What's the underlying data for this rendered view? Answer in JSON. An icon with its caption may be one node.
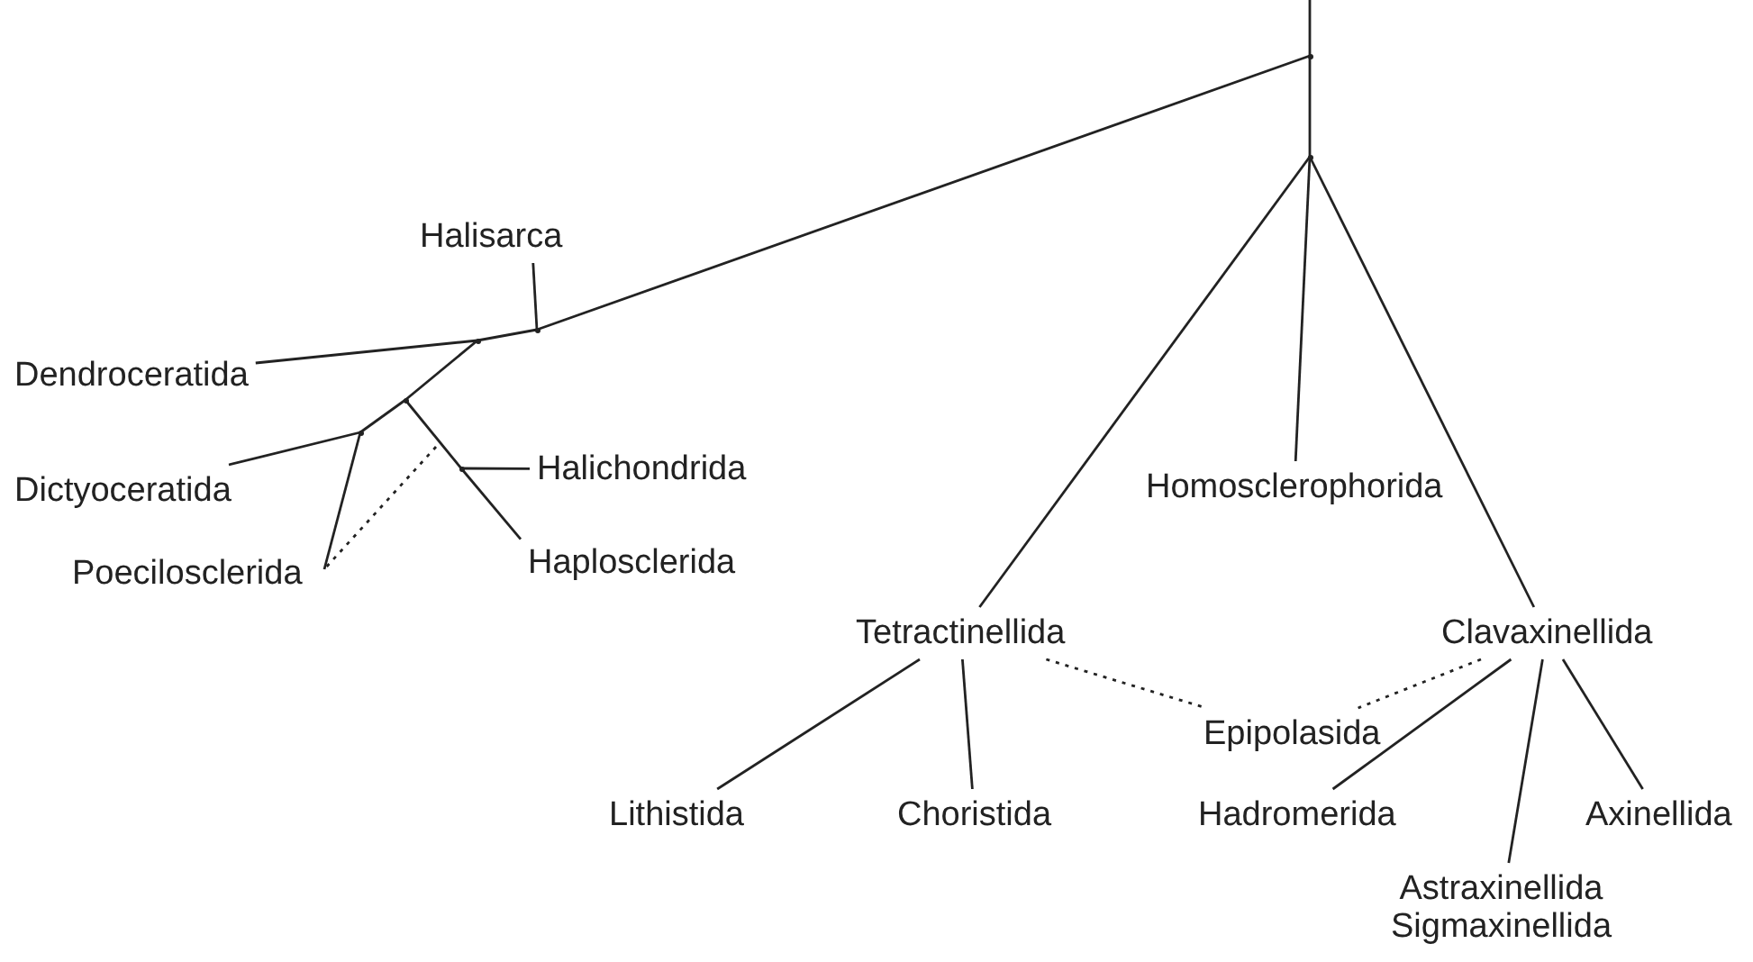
{
  "diagram": {
    "nodes": [
      {
        "text": [],
        "shape": "point"
      },
      {
        "text": [],
        "shape": "point"
      },
      {
        "text": [
          "Halisarca"
        ]
      },
      {
        "text": [],
        "shape": "point"
      },
      {
        "text": [
          "Dendroceratida"
        ]
      },
      {
        "text": [],
        "shape": "point"
      },
      {
        "text": [],
        "shape": "point"
      },
      {
        "text": [
          "Dictyoceratida"
        ]
      },
      {
        "text": [
          "Poecilosclerida"
        ]
      },
      {
        "text": [],
        "shape": "point"
      },
      {
        "text": [
          "Halichondrida"
        ]
      },
      {
        "text": [
          "Haplosclerida"
        ]
      },
      {
        "text": [],
        "shape": "point"
      },
      {
        "text": [
          "Tetractinellida"
        ]
      },
      {
        "text": [
          "Homosclerophorida"
        ]
      },
      {
        "text": [
          "Clavaxinellida"
        ]
      },
      {
        "text": [
          "Lithistida"
        ]
      },
      {
        "text": [
          "Choristida"
        ]
      },
      {
        "text": [
          "Epipolasida"
        ]
      },
      {
        "text": [
          "Hadromerida"
        ]
      },
      {
        "text": [
          "Astraxinellida",
          "Sigmaxinellida"
        ]
      },
      {
        "text": [
          "Axinellida"
        ]
      }
    ],
    "edges": [
      {
        "from": null,
        "to": 0,
        "arrow": "none"
      },
      {
        "from": 0,
        "to": 1,
        "arrow": "none"
      },
      {
        "from": 0,
        "to": 12,
        "arrow": "none"
      },
      {
        "from": 1,
        "to": 2,
        "arrow": "none"
      },
      {
        "from": 1,
        "to": 3,
        "arrow": "none"
      },
      {
        "from": 3,
        "to": 4,
        "arrow": "none"
      },
      {
        "from": 3,
        "to": 5,
        "arrow": "none"
      },
      {
        "from": 5,
        "to": 6,
        "arrow": "none"
      },
      {
        "from": 6,
        "to": 7,
        "arrow": "none"
      },
      {
        "from": 6,
        "to": 8,
        "arrow": "none"
      },
      {
        "from": 5,
        "to": 9,
        "arrow": "none"
      },
      {
        "from": 9,
        "to": 10,
        "arrow": "none"
      },
      {
        "from": 9,
        "to": 11,
        "arrow": "none"
      },
      {
        "from": null,
        "to": 8,
        "arrow": "none",
        "style": "dashed"
      },
      {
        "from": 12,
        "to": 13,
        "arrow": "none"
      },
      {
        "from": 12,
        "to": 14,
        "arrow": "none"
      },
      {
        "from": 12,
        "to": 15,
        "arrow": "none"
      },
      {
        "from": 13,
        "to": 16,
        "arrow": "none"
      },
      {
        "from": 13,
        "to": 17,
        "arrow": "none"
      },
      {
        "from": 13,
        "to": 18,
        "arrow": "none",
        "style": "dashed"
      },
      {
        "from": 15,
        "to": 18,
        "arrow": "none",
        "style": "dashed"
      },
      {
        "from": 15,
        "to": 19,
        "arrow": "none"
      },
      {
        "from": 15,
        "to": 20,
        "arrow": "none"
      },
      {
        "from": 15,
        "to": 21,
        "arrow": "none"
      }
    ]
  }
}
